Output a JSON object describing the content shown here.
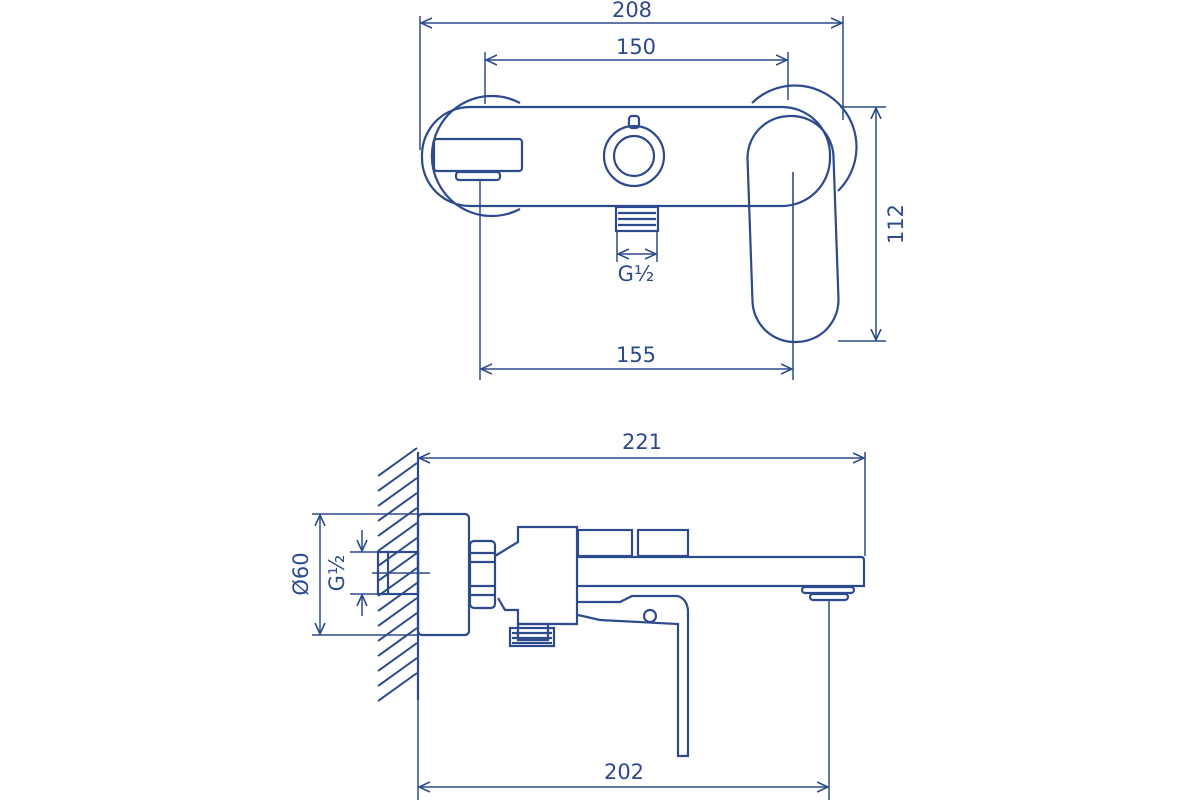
{
  "colors": {
    "line": "#2c4a8c",
    "background": "#ffffff"
  },
  "top_view": {
    "overall_width": "208",
    "mount_spacing": "150",
    "spout_to_lever": "155",
    "height": "112",
    "inlet_thread": "G½"
  },
  "side_view": {
    "overall_depth": "221",
    "spout_reach": "202",
    "flange_diameter": "Ø60",
    "inlet_thread": "G½"
  }
}
